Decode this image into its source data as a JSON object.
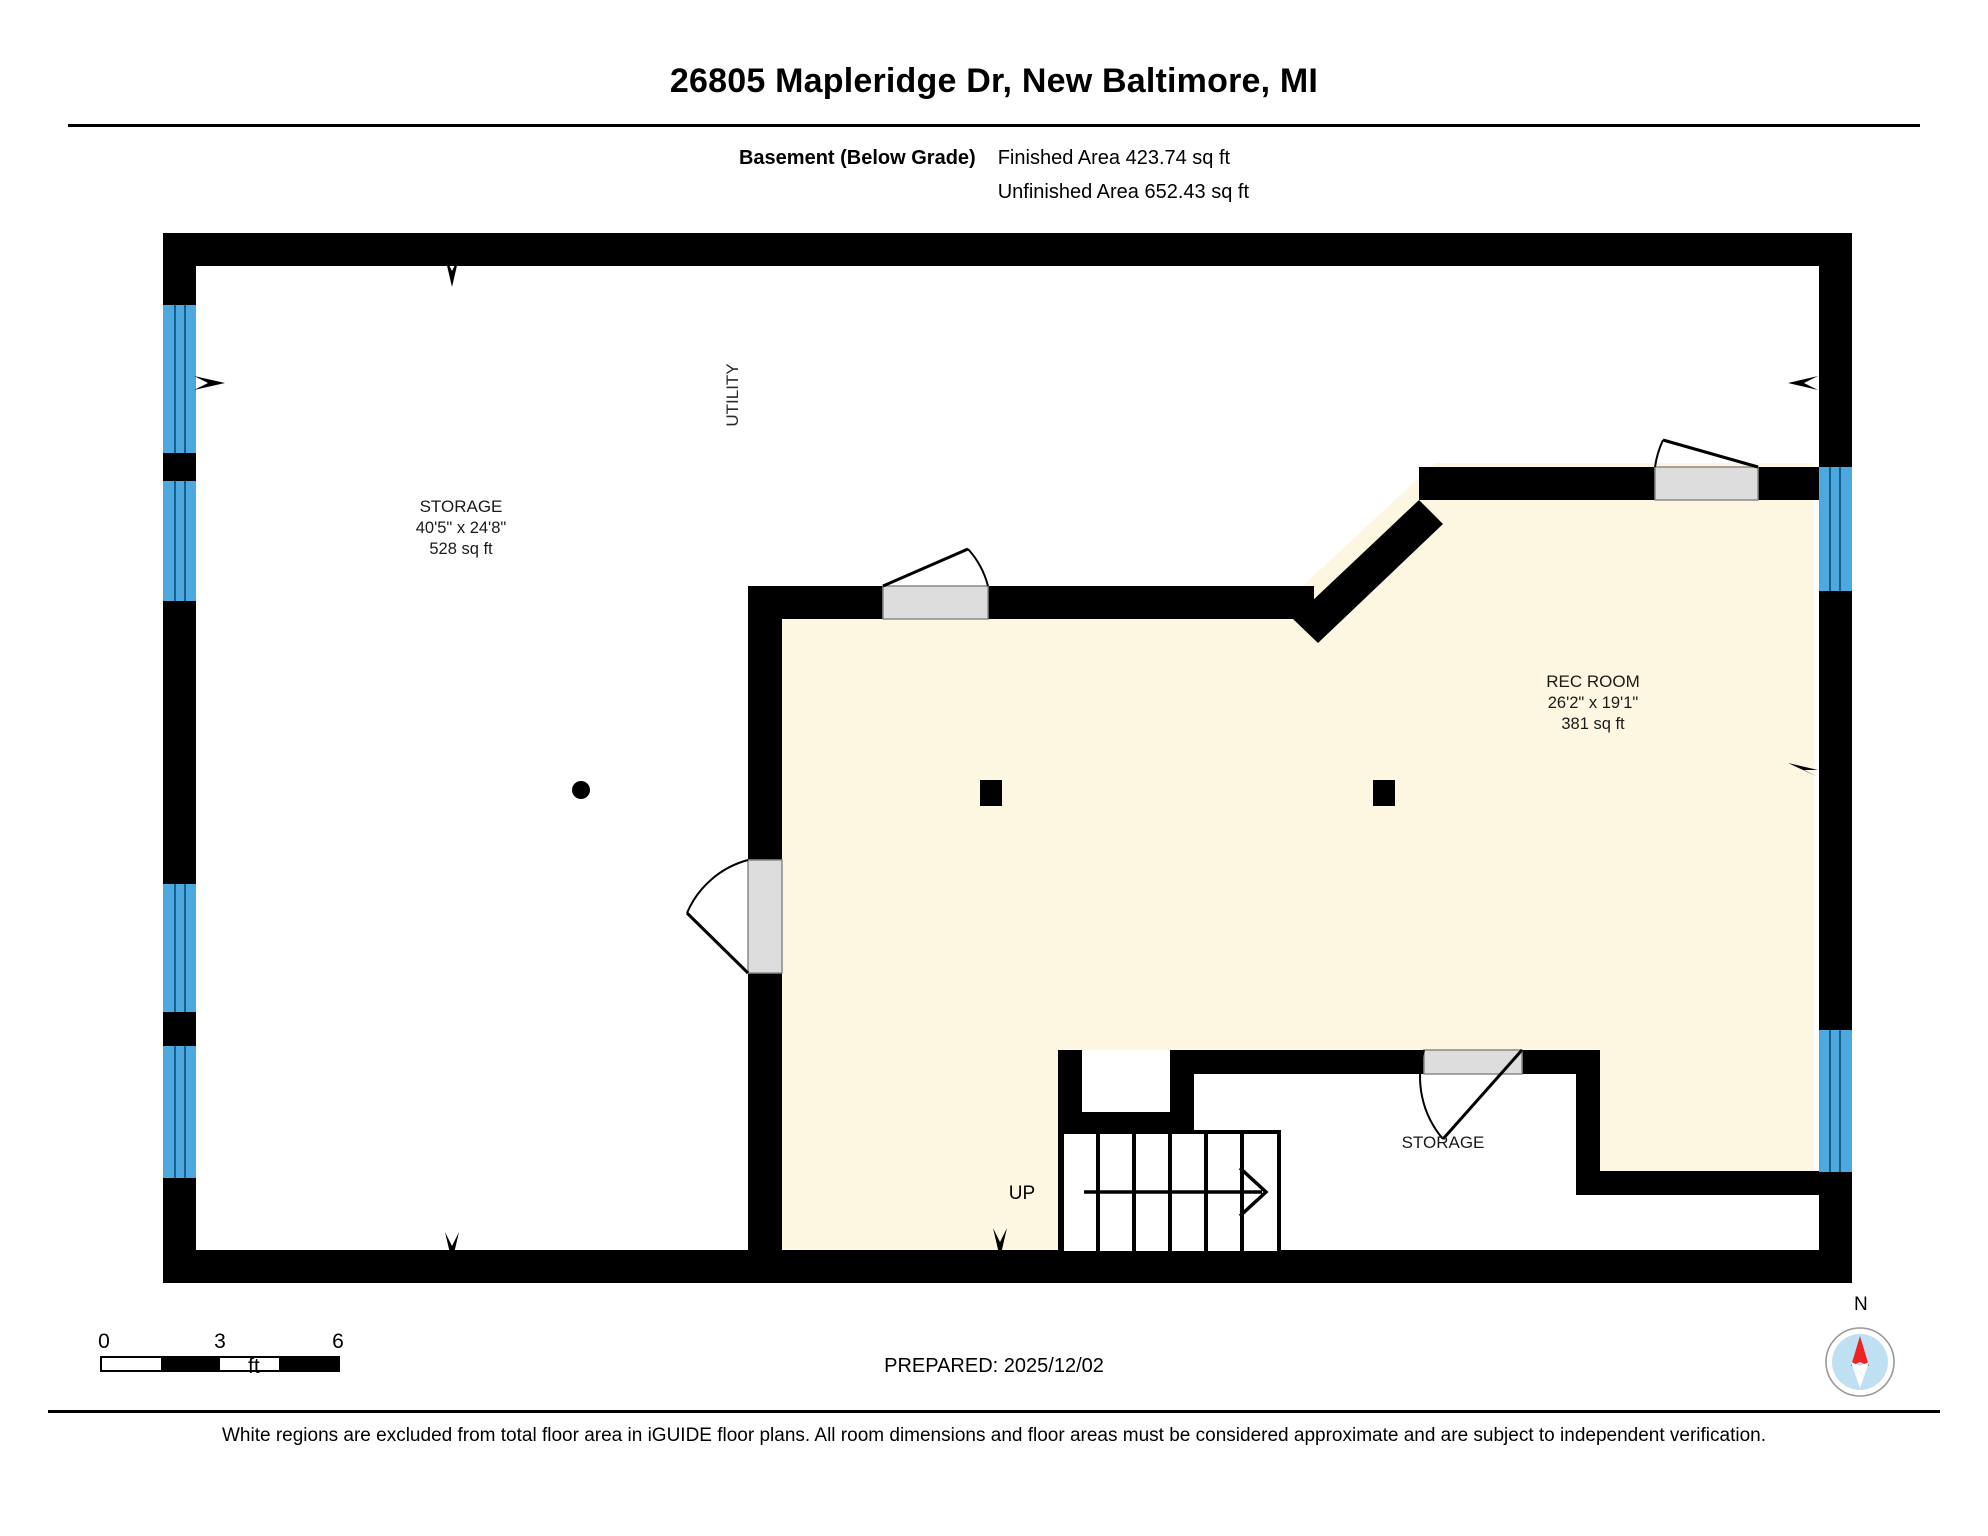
{
  "header": {
    "title": "26805 Mapleridge Dr, New Baltimore, MI",
    "level_label": "Basement (Below Grade)",
    "finished_area": "Finished Area 423.74 sq ft",
    "unfinished_area": "Unfinished Area 652.43 sq ft"
  },
  "rooms": [
    {
      "name": "STORAGE",
      "dimensions": "40'5\" x 24'8\"",
      "area": "528 sq ft"
    },
    {
      "name": "REC ROOM",
      "dimensions": "26'2\" x 19'1\"",
      "area": "381 sq ft"
    },
    {
      "name": "STORAGE",
      "dimensions": "",
      "area": ""
    },
    {
      "name": "UTILITY",
      "dimensions": "",
      "area": ""
    }
  ],
  "stairs": {
    "label": "UP"
  },
  "scale": {
    "tick_0": "0",
    "tick_3": "3",
    "tick_6": "6",
    "unit": "ft"
  },
  "compass": {
    "north_label": "N"
  },
  "footer": {
    "prepared": "PREPARED: 2025/12/02",
    "disclaimer": "White regions are excluded from total floor area in iGUIDE floor plans. All room dimensions and floor areas must be considered approximate and are subject to independent verification."
  },
  "colors": {
    "wall": "#000000",
    "finished_fill": "#FDF6E0",
    "unfinished_fill": "#FFFFFF",
    "window": "#4BA9E0",
    "door_fill": "#DDDDDD",
    "compass_disc": "#BFE0F2",
    "compass_needle": "#EE2222",
    "page_background": "#FFFFFF"
  }
}
